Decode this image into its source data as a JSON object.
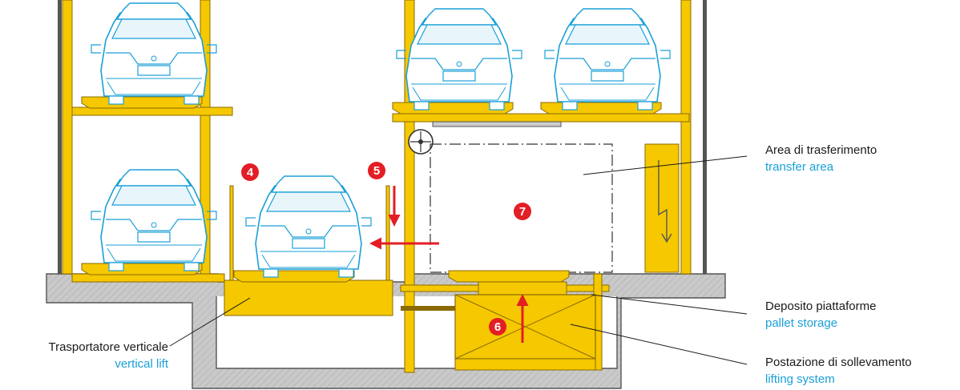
{
  "colors": {
    "steel": "#f5c800",
    "steel_dark": "#8a6a00",
    "concrete": "#c9c9c9",
    "car_outline": "#1a9fd8",
    "arrow": "#e31e24",
    "label_it": "#1a1a1a",
    "label_en": "#1aa0d8"
  },
  "labels": {
    "transfer_area": {
      "it": "Area di trasferimento",
      "en": "transfer area"
    },
    "pallet_storage": {
      "it": "Deposito piattaforme",
      "en": "pallet storage"
    },
    "lifting_system": {
      "it": "Postazione di sollevamento",
      "en": "lifting system"
    },
    "vertical_lift": {
      "it": "Trasportatore verticale",
      "en": "vertical lift"
    }
  },
  "markers": [
    {
      "id": "m4",
      "label": "4"
    },
    {
      "id": "m5",
      "label": "5"
    },
    {
      "id": "m6",
      "label": "6"
    },
    {
      "id": "m7",
      "label": "7"
    }
  ]
}
